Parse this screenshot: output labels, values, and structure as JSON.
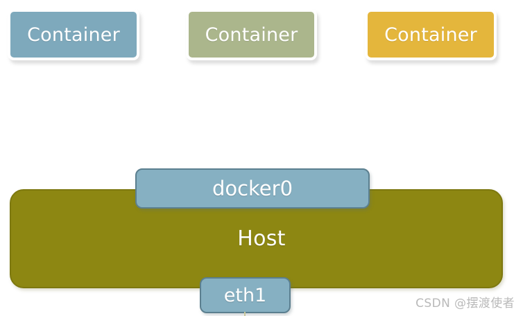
{
  "diagram": {
    "title": "Docker host networking diagram",
    "background_color": "#ffffff",
    "containers": [
      {
        "label": "Container",
        "color": "#7ea9bc",
        "name": "container-box-1"
      },
      {
        "label": "Container",
        "color": "#abb68c",
        "name": "container-box-2"
      },
      {
        "label": "Container",
        "color": "#e4b63c",
        "name": "container-box-3"
      }
    ],
    "host": {
      "label": "Host",
      "color": "#8d8712",
      "border_color": "#7d780f"
    },
    "bridge": {
      "label": "docker0",
      "color": "#86b0c2",
      "border_color": "#5b7f8f"
    },
    "interface": {
      "label": "eth1",
      "color": "#86b0c2",
      "border_color": "#5b7f8f"
    }
  },
  "watermark": {
    "text": "CSDN @摆渡使者",
    "color": "#b9b9b9"
  }
}
